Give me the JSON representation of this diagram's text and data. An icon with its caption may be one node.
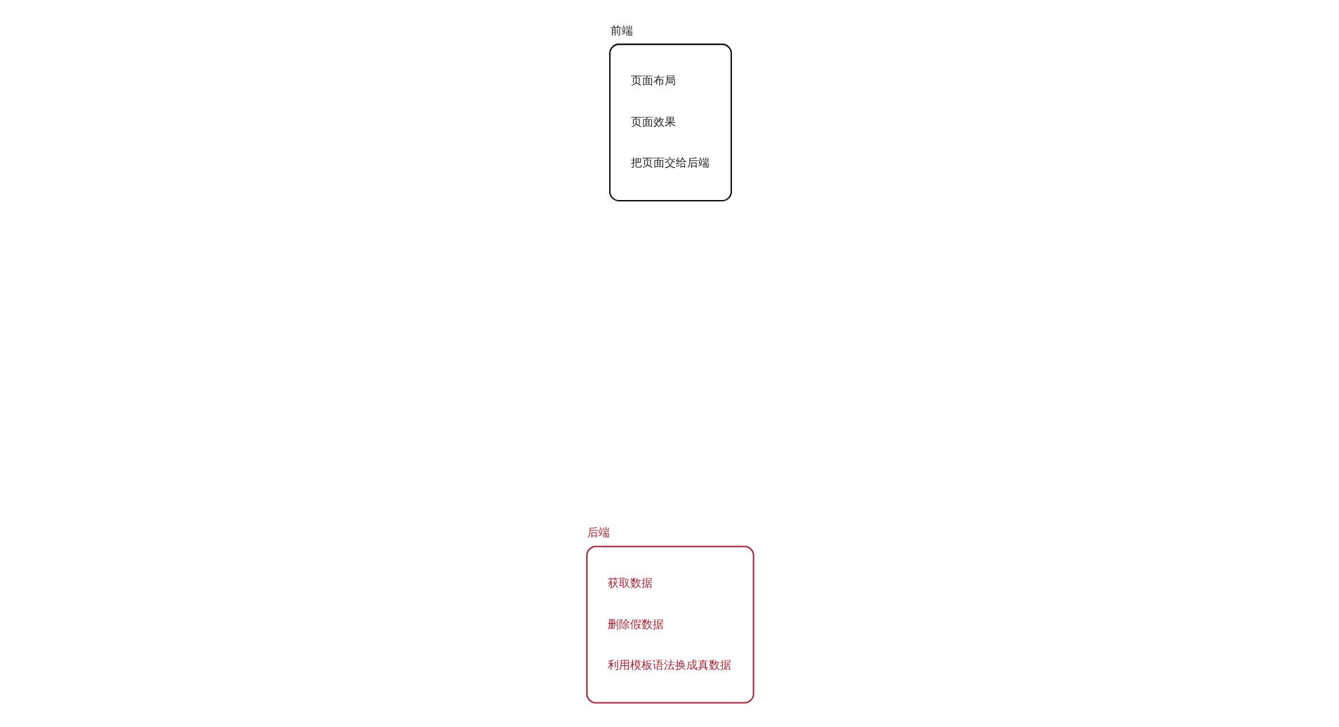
{
  "diagram": {
    "nodes": [
      {
        "text": [
          "前端",
          "页面布局",
          "页面效果",
          "把页面交给后端"
        ]
      },
      {
        "text": [
          "后端",
          "获取数据",
          "删除假数据",
          "利用模板语法换成真数据"
        ]
      }
    ]
  }
}
